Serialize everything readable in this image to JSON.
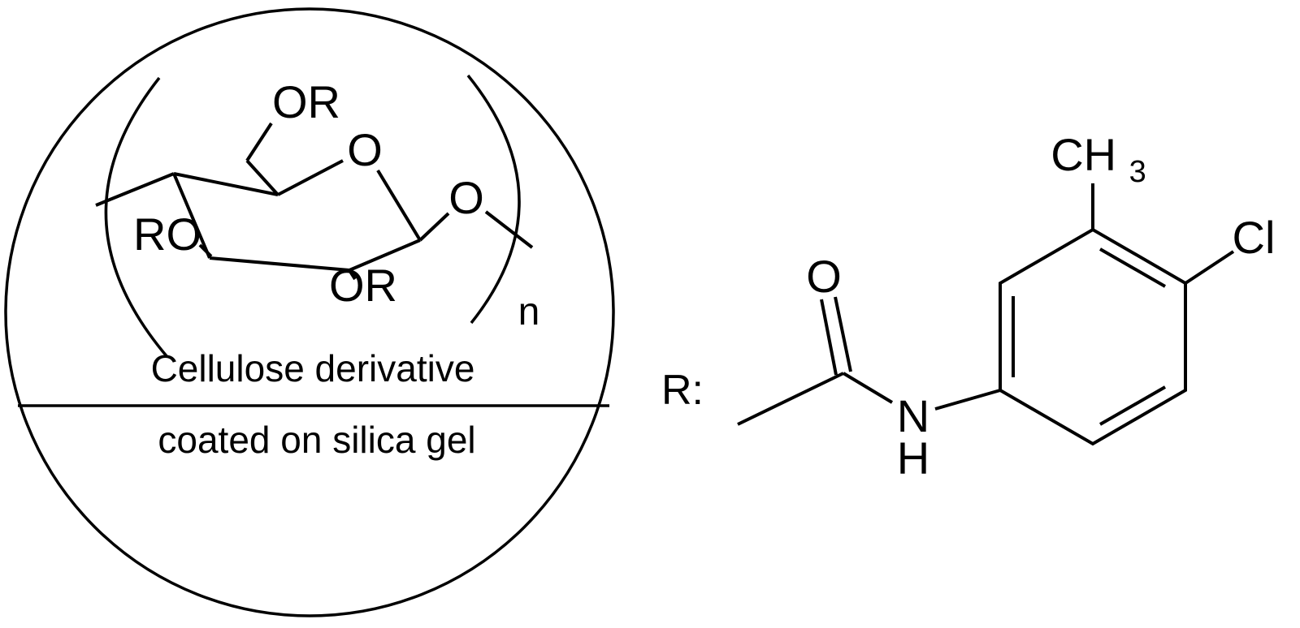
{
  "colors": {
    "ink": "#000000",
    "background": "#ffffff"
  },
  "left_panel": {
    "or_top": "OR",
    "ring_oxygen": "O",
    "ro_left": "RO",
    "or_bottom": "OR",
    "glycosidic_oxygen": "O",
    "repeat_subscript": "n",
    "caption_line1": "Cellulose derivative",
    "caption_line2": "coated on silica gel"
  },
  "right_panel": {
    "r_label": "R:",
    "carbonyl_oxygen": "O",
    "nitrogen": "N",
    "nh_hydrogen": "H",
    "methyl_main": "CH",
    "methyl_sub": "3",
    "chlorine": "Cl"
  }
}
